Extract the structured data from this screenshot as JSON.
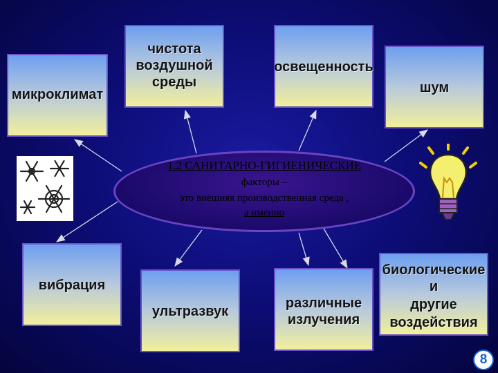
{
  "factors_top": {
    "microclimate": "микроклимат",
    "air_purity": [
      "чистота",
      "воздушной",
      "среды"
    ],
    "illumination": "освещенность",
    "noise": "шум"
  },
  "center": {
    "title": "1.2 САНИТАРНО-ГИГИЕНИЧЕСКИЕ",
    "line2": "факторы –",
    "line3": "это внешняя производственная среда ,",
    "line4": "а именно"
  },
  "factors_bottom": {
    "vibration": "вибрация",
    "ultrasound": "ультразвук",
    "radiation": [
      "различные",
      "излучения"
    ],
    "biological": [
      "биологические",
      "и",
      "другие",
      "воздействия"
    ]
  },
  "decorations": [
    "snowflake-icon",
    "light-bulb-icon"
  ],
  "colors": {
    "background": "#0d0d78",
    "box_border": "#6a52c8",
    "oval_border": "#6b44c4",
    "page_badge": "#1464d8"
  },
  "page_number": "8"
}
